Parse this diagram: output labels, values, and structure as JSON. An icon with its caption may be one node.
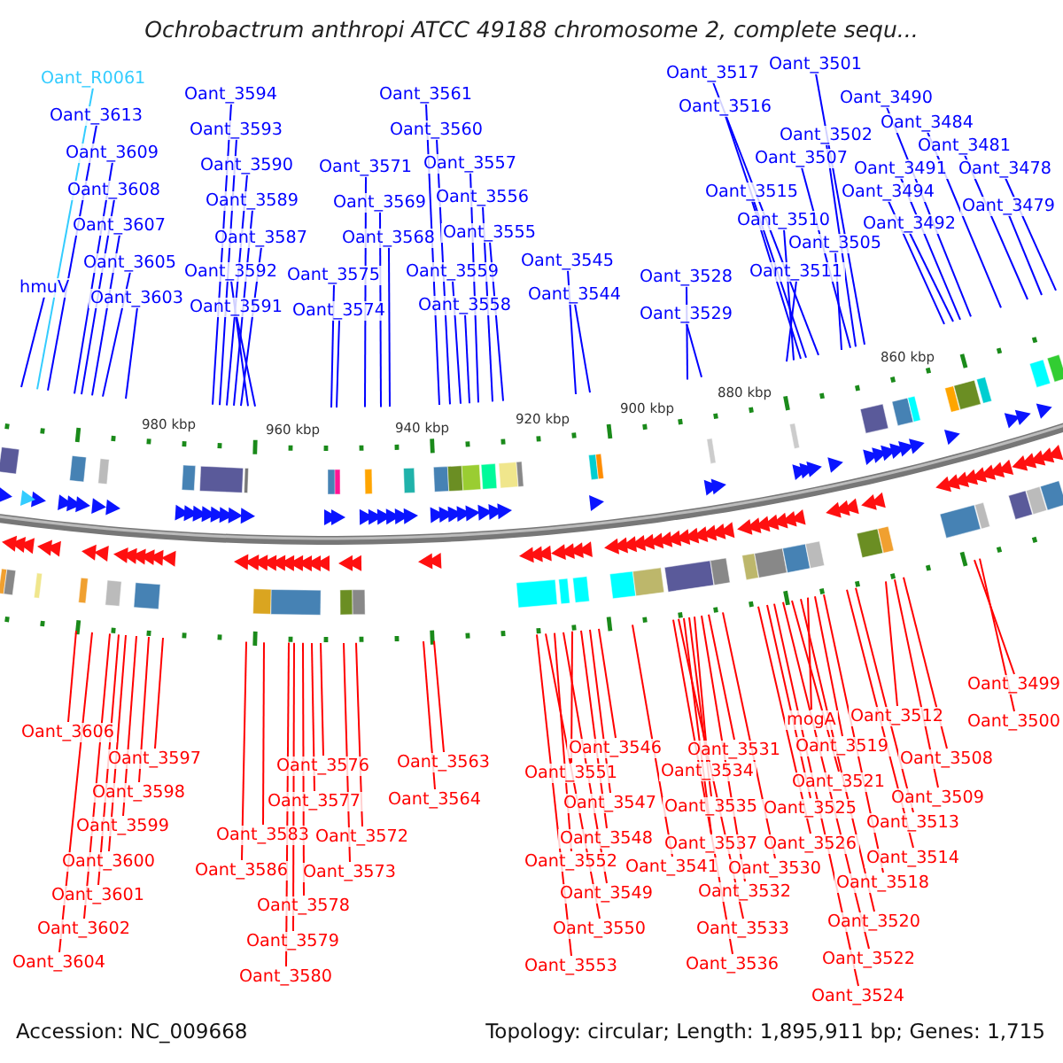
{
  "diagram": {
    "title": "Ochrobactrum anthropi ATCC 49188 chromosome 2, complete sequ...",
    "nodes": [
      {
        "text": [
          "Oant_R0061"
        ]
      },
      {
        "text": [
          "Oant_3613"
        ]
      },
      {
        "text": [
          "Oant_3609"
        ]
      },
      {
        "text": [
          "Oant_3608"
        ]
      },
      {
        "text": [
          "Oant_3607"
        ]
      },
      {
        "text": [
          "Oant_3605"
        ]
      },
      {
        "text": [
          "hmuV"
        ]
      },
      {
        "text": [
          "Oant_3603"
        ]
      },
      {
        "text": [
          "Oant_3594"
        ]
      },
      {
        "text": [
          "Oant_3561"
        ]
      },
      {
        "text": [
          "Oant_3593"
        ]
      },
      {
        "text": [
          "Oant_3560"
        ]
      },
      {
        "text": [
          "Oant_3590"
        ]
      },
      {
        "text": [
          "Oant_3571"
        ]
      },
      {
        "text": [
          "Oant_3557"
        ]
      },
      {
        "text": [
          "Oant_3589"
        ]
      },
      {
        "text": [
          "Oant_3569"
        ]
      },
      {
        "text": [
          "Oant_3556"
        ]
      },
      {
        "text": [
          "Oant_3587"
        ]
      },
      {
        "text": [
          "Oant_3568"
        ]
      },
      {
        "text": [
          "Oant_3555"
        ]
      },
      {
        "text": [
          "Oant_3592"
        ]
      },
      {
        "text": [
          "Oant_3575"
        ]
      },
      {
        "text": [
          "Oant_3559"
        ]
      },
      {
        "text": [
          "Oant_3591"
        ]
      },
      {
        "text": [
          "Oant_3574"
        ]
      },
      {
        "text": [
          "Oant_3558"
        ]
      },
      {
        "text": [
          "Oant_3545"
        ]
      },
      {
        "text": [
          "Oant_3544"
        ]
      },
      {
        "text": [
          "Oant_3528"
        ]
      },
      {
        "text": [
          "Oant_3529"
        ]
      },
      {
        "text": [
          "Oant_3501"
        ]
      },
      {
        "text": [
          "Oant_3517"
        ]
      },
      {
        "text": [
          "Oant_3490"
        ]
      },
      {
        "text": [
          "Oant_3516"
        ]
      },
      {
        "text": [
          "Oant_3484"
        ]
      },
      {
        "text": [
          "Oant_3502"
        ]
      },
      {
        "text": [
          "Oant_3481"
        ]
      },
      {
        "text": [
          "Oant_3507"
        ]
      },
      {
        "text": [
          "Oant_3491"
        ]
      },
      {
        "text": [
          "Oant_3478"
        ]
      },
      {
        "text": [
          "Oant_3515"
        ]
      },
      {
        "text": [
          "Oant_3494"
        ]
      },
      {
        "text": [
          "Oant_3479"
        ]
      },
      {
        "text": [
          "Oant_3510"
        ]
      },
      {
        "text": [
          "Oant_3492"
        ]
      },
      {
        "text": [
          "Oant_3505"
        ]
      },
      {
        "text": [
          "Oant_3511"
        ]
      },
      {
        "text": [
          "Oant_3499"
        ]
      },
      {
        "text": [
          "Oant_3500"
        ]
      },
      {
        "text": [
          "mogA"
        ]
      },
      {
        "text": [
          "Oant_3512"
        ]
      },
      {
        "text": [
          "Oant_3606"
        ]
      },
      {
        "text": [
          "Oant_3546"
        ]
      },
      {
        "text": [
          "Oant_3531"
        ]
      },
      {
        "text": [
          "Oant_3519"
        ]
      },
      {
        "text": [
          "Oant_3597"
        ]
      },
      {
        "text": [
          "Oant_3508"
        ]
      },
      {
        "text": [
          "Oant_3563"
        ]
      },
      {
        "text": [
          "Oant_3576"
        ]
      },
      {
        "text": [
          "Oant_3551"
        ]
      },
      {
        "text": [
          "Oant_3534"
        ]
      },
      {
        "text": [
          "Oant_3521"
        ]
      },
      {
        "text": [
          "Oant_3598"
        ]
      },
      {
        "text": [
          "Oant_3509"
        ]
      },
      {
        "text": [
          "Oant_3564"
        ]
      },
      {
        "text": [
          "Oant_3577"
        ]
      },
      {
        "text": [
          "Oant_3547"
        ]
      },
      {
        "text": [
          "Oant_3535"
        ]
      },
      {
        "text": [
          "Oant_3525"
        ]
      },
      {
        "text": [
          "Oant_3513"
        ]
      },
      {
        "text": [
          "Oant_3599"
        ]
      },
      {
        "text": [
          "Oant_3583"
        ]
      },
      {
        "text": [
          "Oant_3572"
        ]
      },
      {
        "text": [
          "Oant_3548"
        ]
      },
      {
        "text": [
          "Oant_3537"
        ]
      },
      {
        "text": [
          "Oant_3526"
        ]
      },
      {
        "text": [
          "Oant_3514"
        ]
      },
      {
        "text": [
          "Oant_3600"
        ]
      },
      {
        "text": [
          "Oant_3552"
        ]
      },
      {
        "text": [
          "Oant_3541"
        ]
      },
      {
        "text": [
          "Oant_3530"
        ]
      },
      {
        "text": [
          "Oant_3586"
        ]
      },
      {
        "text": [
          "Oant_3573"
        ]
      },
      {
        "text": [
          "Oant_3518"
        ]
      },
      {
        "text": [
          "Oant_3532"
        ]
      },
      {
        "text": [
          "Oant_3549"
        ]
      },
      {
        "text": [
          "Oant_3601"
        ]
      },
      {
        "text": [
          "Oant_3578"
        ]
      },
      {
        "text": [
          "Oant_3520"
        ]
      },
      {
        "text": [
          "Oant_3602"
        ]
      },
      {
        "text": [
          "Oant_3550"
        ]
      },
      {
        "text": [
          "Oant_3533"
        ]
      },
      {
        "text": [
          "Oant_3579"
        ]
      },
      {
        "text": [
          "Oant_3522"
        ]
      },
      {
        "text": [
          "Oant_3604"
        ]
      },
      {
        "text": [
          "Oant_3553"
        ]
      },
      {
        "text": [
          "Oant_3536"
        ]
      },
      {
        "text": [
          "Oant_3580"
        ]
      },
      {
        "text": [
          "Oant_3524"
        ]
      }
    ],
    "edges": [
      {
        "from": 0,
        "to": null,
        "arrow": "none",
        "color": "#33ccff"
      },
      {
        "from": 1,
        "to": null,
        "arrow": "none",
        "color": "#0000ff"
      },
      {
        "from": 2,
        "to": null,
        "arrow": "none",
        "color": "#0000ff"
      },
      {
        "from": 3,
        "to": null,
        "arrow": "none",
        "color": "#0000ff"
      },
      {
        "from": 4,
        "to": null,
        "arrow": "none",
        "color": "#0000ff"
      },
      {
        "from": 5,
        "to": null,
        "arrow": "none",
        "color": "#0000ff"
      },
      {
        "from": 6,
        "to": null,
        "arrow": "none",
        "color": "#0000ff"
      },
      {
        "from": 7,
        "to": null,
        "arrow": "none",
        "color": "#0000ff"
      },
      {
        "from": 8,
        "to": null,
        "arrow": "none",
        "color": "#0000ff"
      },
      {
        "from": 9,
        "to": null,
        "arrow": "none",
        "color": "#0000ff"
      },
      {
        "from": 10,
        "to": null,
        "arrow": "none",
        "color": "#0000ff"
      },
      {
        "from": 11,
        "to": null,
        "arrow": "none",
        "color": "#0000ff"
      },
      {
        "from": 12,
        "to": null,
        "arrow": "none",
        "color": "#0000ff"
      },
      {
        "from": 13,
        "to": null,
        "arrow": "none",
        "color": "#0000ff"
      },
      {
        "from": 14,
        "to": null,
        "arrow": "none",
        "color": "#0000ff"
      },
      {
        "from": 15,
        "to": null,
        "arrow": "none",
        "color": "#0000ff"
      },
      {
        "from": 16,
        "to": null,
        "arrow": "none",
        "color": "#0000ff"
      },
      {
        "from": 17,
        "to": null,
        "arrow": "none",
        "color": "#0000ff"
      },
      {
        "from": 18,
        "to": null,
        "arrow": "none",
        "color": "#0000ff"
      },
      {
        "from": 19,
        "to": null,
        "arrow": "none",
        "color": "#0000ff"
      },
      {
        "from": 20,
        "to": null,
        "arrow": "none",
        "color": "#0000ff"
      },
      {
        "from": 21,
        "to": null,
        "arrow": "none",
        "color": "#0000ff"
      },
      {
        "from": 22,
        "to": null,
        "arrow": "none",
        "color": "#0000ff"
      },
      {
        "from": 23,
        "to": null,
        "arrow": "none",
        "color": "#0000ff"
      },
      {
        "from": 24,
        "to": null,
        "arrow": "none",
        "color": "#0000ff"
      },
      {
        "from": 25,
        "to": null,
        "arrow": "none",
        "color": "#0000ff"
      },
      {
        "from": 26,
        "to": null,
        "arrow": "none",
        "color": "#0000ff"
      },
      {
        "from": 27,
        "to": null,
        "arrow": "none",
        "color": "#0000ff"
      },
      {
        "from": 28,
        "to": null,
        "arrow": "none",
        "color": "#0000ff"
      },
      {
        "from": 29,
        "to": null,
        "arrow": "none",
        "color": "#0000ff"
      },
      {
        "from": 30,
        "to": null,
        "arrow": "none",
        "color": "#0000ff"
      },
      {
        "from": 31,
        "to": null,
        "arrow": "none",
        "color": "#0000ff"
      },
      {
        "from": 32,
        "to": null,
        "arrow": "none",
        "color": "#0000ff"
      },
      {
        "from": 33,
        "to": null,
        "arrow": "none",
        "color": "#0000ff"
      },
      {
        "from": 34,
        "to": null,
        "arrow": "none",
        "color": "#0000ff"
      },
      {
        "from": 35,
        "to": null,
        "arrow": "none",
        "color": "#0000ff"
      },
      {
        "from": 36,
        "to": null,
        "arrow": "none",
        "color": "#0000ff"
      },
      {
        "from": 37,
        "to": null,
        "arrow": "none",
        "color": "#0000ff"
      },
      {
        "from": 38,
        "to": null,
        "arrow": "none",
        "color": "#0000ff"
      },
      {
        "from": 39,
        "to": null,
        "arrow": "none",
        "color": "#0000ff"
      },
      {
        "from": 40,
        "to": null,
        "arrow": "none",
        "color": "#0000ff"
      },
      {
        "from": 41,
        "to": null,
        "arrow": "none",
        "color": "#0000ff"
      },
      {
        "from": 42,
        "to": null,
        "arrow": "none",
        "color": "#0000ff"
      },
      {
        "from": 43,
        "to": null,
        "arrow": "none",
        "color": "#0000ff"
      },
      {
        "from": 44,
        "to": null,
        "arrow": "none",
        "color": "#0000ff"
      },
      {
        "from": 45,
        "to": null,
        "arrow": "none",
        "color": "#0000ff"
      },
      {
        "from": 46,
        "to": null,
        "arrow": "none",
        "color": "#0000ff"
      },
      {
        "from": 47,
        "to": null,
        "arrow": "none",
        "color": "#0000ff"
      },
      {
        "from": 48,
        "to": null,
        "arrow": "none"
      },
      {
        "from": 49,
        "to": null,
        "arrow": "none"
      },
      {
        "from": 50,
        "to": null,
        "arrow": "none"
      },
      {
        "from": 51,
        "to": null,
        "arrow": "none"
      },
      {
        "from": 52,
        "to": null,
        "arrow": "none"
      },
      {
        "from": 53,
        "to": null,
        "arrow": "none"
      },
      {
        "from": 54,
        "to": null,
        "arrow": "none"
      },
      {
        "from": 55,
        "to": null,
        "arrow": "none"
      },
      {
        "from": 56,
        "to": null,
        "arrow": "none"
      },
      {
        "from": 57,
        "to": null,
        "arrow": "none"
      },
      {
        "from": 58,
        "to": null,
        "arrow": "none"
      },
      {
        "from": 59,
        "to": null,
        "arrow": "none"
      },
      {
        "from": 60,
        "to": null,
        "arrow": "none"
      },
      {
        "from": 61,
        "to": null,
        "arrow": "none"
      },
      {
        "from": 62,
        "to": null,
        "arrow": "none"
      },
      {
        "from": 63,
        "to": null,
        "arrow": "none"
      },
      {
        "from": 64,
        "to": null,
        "arrow": "none"
      },
      {
        "from": 65,
        "to": null,
        "arrow": "none"
      },
      {
        "from": 66,
        "to": null,
        "arrow": "none"
      },
      {
        "from": 67,
        "to": null,
        "arrow": "none"
      },
      {
        "from": 68,
        "to": null,
        "arrow": "none"
      },
      {
        "from": 69,
        "to": null,
        "arrow": "none"
      },
      {
        "from": 70,
        "to": null,
        "arrow": "none"
      },
      {
        "from": 71,
        "to": null,
        "arrow": "none"
      },
      {
        "from": 72,
        "to": null,
        "arrow": "none"
      },
      {
        "from": 73,
        "to": null,
        "arrow": "none"
      },
      {
        "from": 74,
        "to": null,
        "arrow": "none"
      },
      {
        "from": 75,
        "to": null,
        "arrow": "none"
      },
      {
        "from": 76,
        "to": null,
        "arrow": "none"
      },
      {
        "from": 77,
        "to": null,
        "arrow": "none"
      },
      {
        "from": 78,
        "to": null,
        "arrow": "none"
      },
      {
        "from": 79,
        "to": null,
        "arrow": "none"
      },
      {
        "from": 80,
        "to": null,
        "arrow": "none"
      },
      {
        "from": 81,
        "to": null,
        "arrow": "none"
      },
      {
        "from": 82,
        "to": null,
        "arrow": "none"
      },
      {
        "from": 83,
        "to": null,
        "arrow": "none"
      },
      {
        "from": 84,
        "to": null,
        "arrow": "none"
      },
      {
        "from": 85,
        "to": null,
        "arrow": "none"
      },
      {
        "from": 86,
        "to": null,
        "arrow": "none"
      },
      {
        "from": 87,
        "to": null,
        "arrow": "none"
      },
      {
        "from": 88,
        "to": null,
        "arrow": "none"
      },
      {
        "from": 89,
        "to": null,
        "arrow": "none"
      },
      {
        "from": 90,
        "to": null,
        "arrow": "none"
      },
      {
        "from": 91,
        "to": null,
        "arrow": "none"
      },
      {
        "from": 92,
        "to": null,
        "arrow": "none"
      },
      {
        "from": 93,
        "to": null,
        "arrow": "none"
      },
      {
        "from": 94,
        "to": null,
        "arrow": "none"
      },
      {
        "from": 95,
        "to": null,
        "arrow": "none"
      },
      {
        "from": 96,
        "to": null,
        "arrow": "none"
      },
      {
        "from": 97,
        "to": null,
        "arrow": "none"
      },
      {
        "from": 98,
        "to": null,
        "arrow": "none"
      },
      {
        "from": 99,
        "to": null,
        "arrow": "none"
      }
    ],
    "labels": [
      "980 kbp",
      "960 kbp",
      "940 kbp",
      "920 kbp",
      "900 kbp",
      "880 kbp",
      "860 kbp",
      "Accession: NC_009668",
      "Topology: circular; Length: 1,895,911 bp; Genes: 1,715"
    ]
  }
}
